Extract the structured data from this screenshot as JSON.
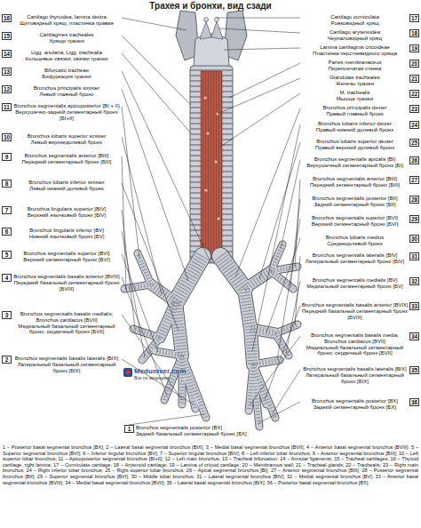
{
  "diagram": {
    "title": "Трахея и бронхи, вид сзади",
    "caption": "1 – Posterior basal segmental bronchus [BX]; 2 – Lateral basal segmental bronchus [BIX]; 3 – Medial basal segmental bronchus [BVII]; 4 – Anterior basal segmental bronchus [BVIII]; 5 – Superior segmental bronchus [BVI]; 6 – Inferior lingular bronchus [BV]; 7 – Superior lingular bronchus [BIV]; 8 – Left inferior lobar bronchus; 9 – Anterior segmental bronchus [BIII]; 10 – Left superior lobar bronchus; 11 – Apicoposterior segmental bronchus [BI+II]; 12 – Left main bronchus; 13 – Tracheal bifurcation; 14 – Annular ligaments; 15 – Tracheal cartilages; 16 – Thyroid cartilage, right lamina; 17 – Corniculate cartilage; 18 – Arytenoid cartilage; 19 – Lamina of cricoid cartilage; 20 – Membranous wall; 21 – Tracheal glands; 22 – Trachealis; 23 – Right main bronchus; 24 – Right inferior lobar bronchus; 25 – Right superior lobar bronchus; 26 – Apical segmental bronchus [BI]; 27 – Anterior segmental bronchus [BIII]; 28 – Posterior segmental bronchus [BII]; 29 – Superior segmental bronchus [BVI]; 30 – Middle lobar bronchus; 31 – Lateral segmental bronchus [BIV]; 32 – Medial segmental bronchus [BV]; 33 – Anterior basal segmental bronchus [BVIII]; 34 – Medial basal segmental bronchus [BVII]; 35 – Lateral basal segmental bronchus [BIX]; 36 – Posterior basal segmental bronchus [BX].",
    "nodes": [
      {
        "text": [
          "1"
        ]
      },
      {
        "text": [
          "2"
        ]
      },
      {
        "text": [
          "3"
        ]
      },
      {
        "text": [
          "4"
        ]
      },
      {
        "text": [
          "5"
        ]
      },
      {
        "text": [
          "6"
        ]
      },
      {
        "text": [
          "7"
        ]
      },
      {
        "text": [
          "8"
        ]
      },
      {
        "text": [
          "9"
        ]
      },
      {
        "text": [
          "10"
        ]
      },
      {
        "text": [
          "11"
        ]
      },
      {
        "text": [
          "12"
        ]
      },
      {
        "text": [
          "13"
        ]
      },
      {
        "text": [
          "14"
        ]
      },
      {
        "text": [
          "15"
        ]
      },
      {
        "text": [
          "16"
        ]
      },
      {
        "text": [
          "17"
        ]
      },
      {
        "text": [
          "18"
        ]
      },
      {
        "text": [
          "19"
        ]
      },
      {
        "text": [
          "20"
        ]
      },
      {
        "text": [
          "21"
        ]
      },
      {
        "text": [
          "22"
        ]
      },
      {
        "text": [
          "23"
        ]
      },
      {
        "text": [
          "24"
        ]
      },
      {
        "text": [
          "25"
        ]
      },
      {
        "text": [
          "26"
        ]
      },
      {
        "text": [
          "27"
        ]
      },
      {
        "text": [
          "28"
        ]
      },
      {
        "text": [
          "29"
        ]
      },
      {
        "text": [
          "30"
        ]
      },
      {
        "text": [
          "31"
        ]
      },
      {
        "text": [
          "32"
        ]
      },
      {
        "text": [
          "33"
        ]
      },
      {
        "text": [
          "34"
        ]
      },
      {
        "text": [
          "35"
        ]
      },
      {
        "text": [
          "36"
        ]
      }
    ],
    "labels": [
      "Bronchus segmentalis posterior [BX]",
      "Задний базальный сегментарный бронх [БX]",
      "Bronchus segmentalis basalis lateralis [BIX]",
      "Латеральный базальный сегментарный бронх [БIX]",
      "Bronchus segmentalis basalis medialis; Bronchus cardiacus [BVII]",
      "Медиальный базальный сегментарный бронх; сердечный бронх [БVII]",
      "Bronchus segmentalis basalis anterior [BVIII]",
      "Передний базальный сегментарный бронх [БVIII]",
      "Bronchus segmentalis superior [BVI]",
      "Верхний сегментарный бронх [БVI]",
      "Bronchus lingularis inferior [BV]",
      "Нижний язычковый бронх [БV]",
      "Bronchus lingularis superior [BIV]",
      "Верхний язычковый бронх [БIV]",
      "Bronchus lobaris inferior sinister",
      "Левый нижний долевой бронх",
      "Bronchus segmentalis anterior [BIII]",
      "Передний сегментарный бронх [БIII]",
      "Bronchus lobaris superior sinister",
      "Левый верхнедолевой бронх",
      "Bronchus segmentalis apicoposterior [BI + II]",
      "Верхушечно-задний сегментарный бронх [БI+II]",
      "Bronchus principalis sinister",
      "Левый главный бронх",
      "Bifurcatio tracheae",
      "Бифуркация трахеи",
      "Ligg. anularia; Ligg. trachealia",
      "Кольцевые связки; связки трахеи",
      "Cartilagines tracheales",
      "Хрящи трахеи",
      "Cartilago thyroidea, lamina dextra",
      "Щитовидный хрящ, пластинка правая",
      "Cartilago corniculata",
      "Рожковидный хрящ",
      "Cartilago arytenoidea",
      "Черпаловидный хрящ",
      "Lamina cartilaginis cricoideae",
      "Пластинка перстневидного хряща",
      "Paries membranaceus",
      "Перепончатая стенка",
      "Glandulae tracheales",
      "Железы трахеи",
      "M. trachealis",
      "Мышца трахеи",
      "Bronchus principalis dexter",
      "Правый главный бронх",
      "Bronchus lobaris inferior dexter",
      "Правый нижний долевой бронх",
      "Bronchus lobaris superior dexter",
      "Правый верхний долевой бронх",
      "Bronchus segmentalis apicalis [BI]",
      "Верхушечный сегментарный бронх [БI]",
      "Bronchus segmentalis anterior [BIII]",
      "Передний сегментарный бронх [БIII]",
      "Bronchus segmentalis posterior [BII]",
      "Задний сегментарный бронх [БII]",
      "Bronchus segmentalis superior [BVI]",
      "Верхний сегментарный бронх [БVI]",
      "Bronchus lobaris medius",
      "Среднедолевой бронх",
      "Bronchus segmentalis lateralis [BIV]",
      "Латеральный сегментарный бронх [БIV]",
      "Bronchus segmentalis medialis [BV]",
      "Медиальный сегментарный бронх [БV]",
      "Bronchus segmentalis basalis anterior [BVIII]",
      "Передний базальный сегментарный бронх [БVIII]",
      "Bronchus segmentalis basalis media; Bronchus cardiacus [BVII]",
      "Медиальный базальный сегментарный бронх; сердечный бронх [БVII]",
      "Bronchus segmentalis basalis lateralis [BIX]",
      "Латеральный базальный сегментарный бронх [БIX]",
      "Bronchus segmentalis posterior [BX]",
      "Задний сегментарный бронх [БX]",
      "Meduniver.com",
      "Все по медицине"
    ]
  }
}
